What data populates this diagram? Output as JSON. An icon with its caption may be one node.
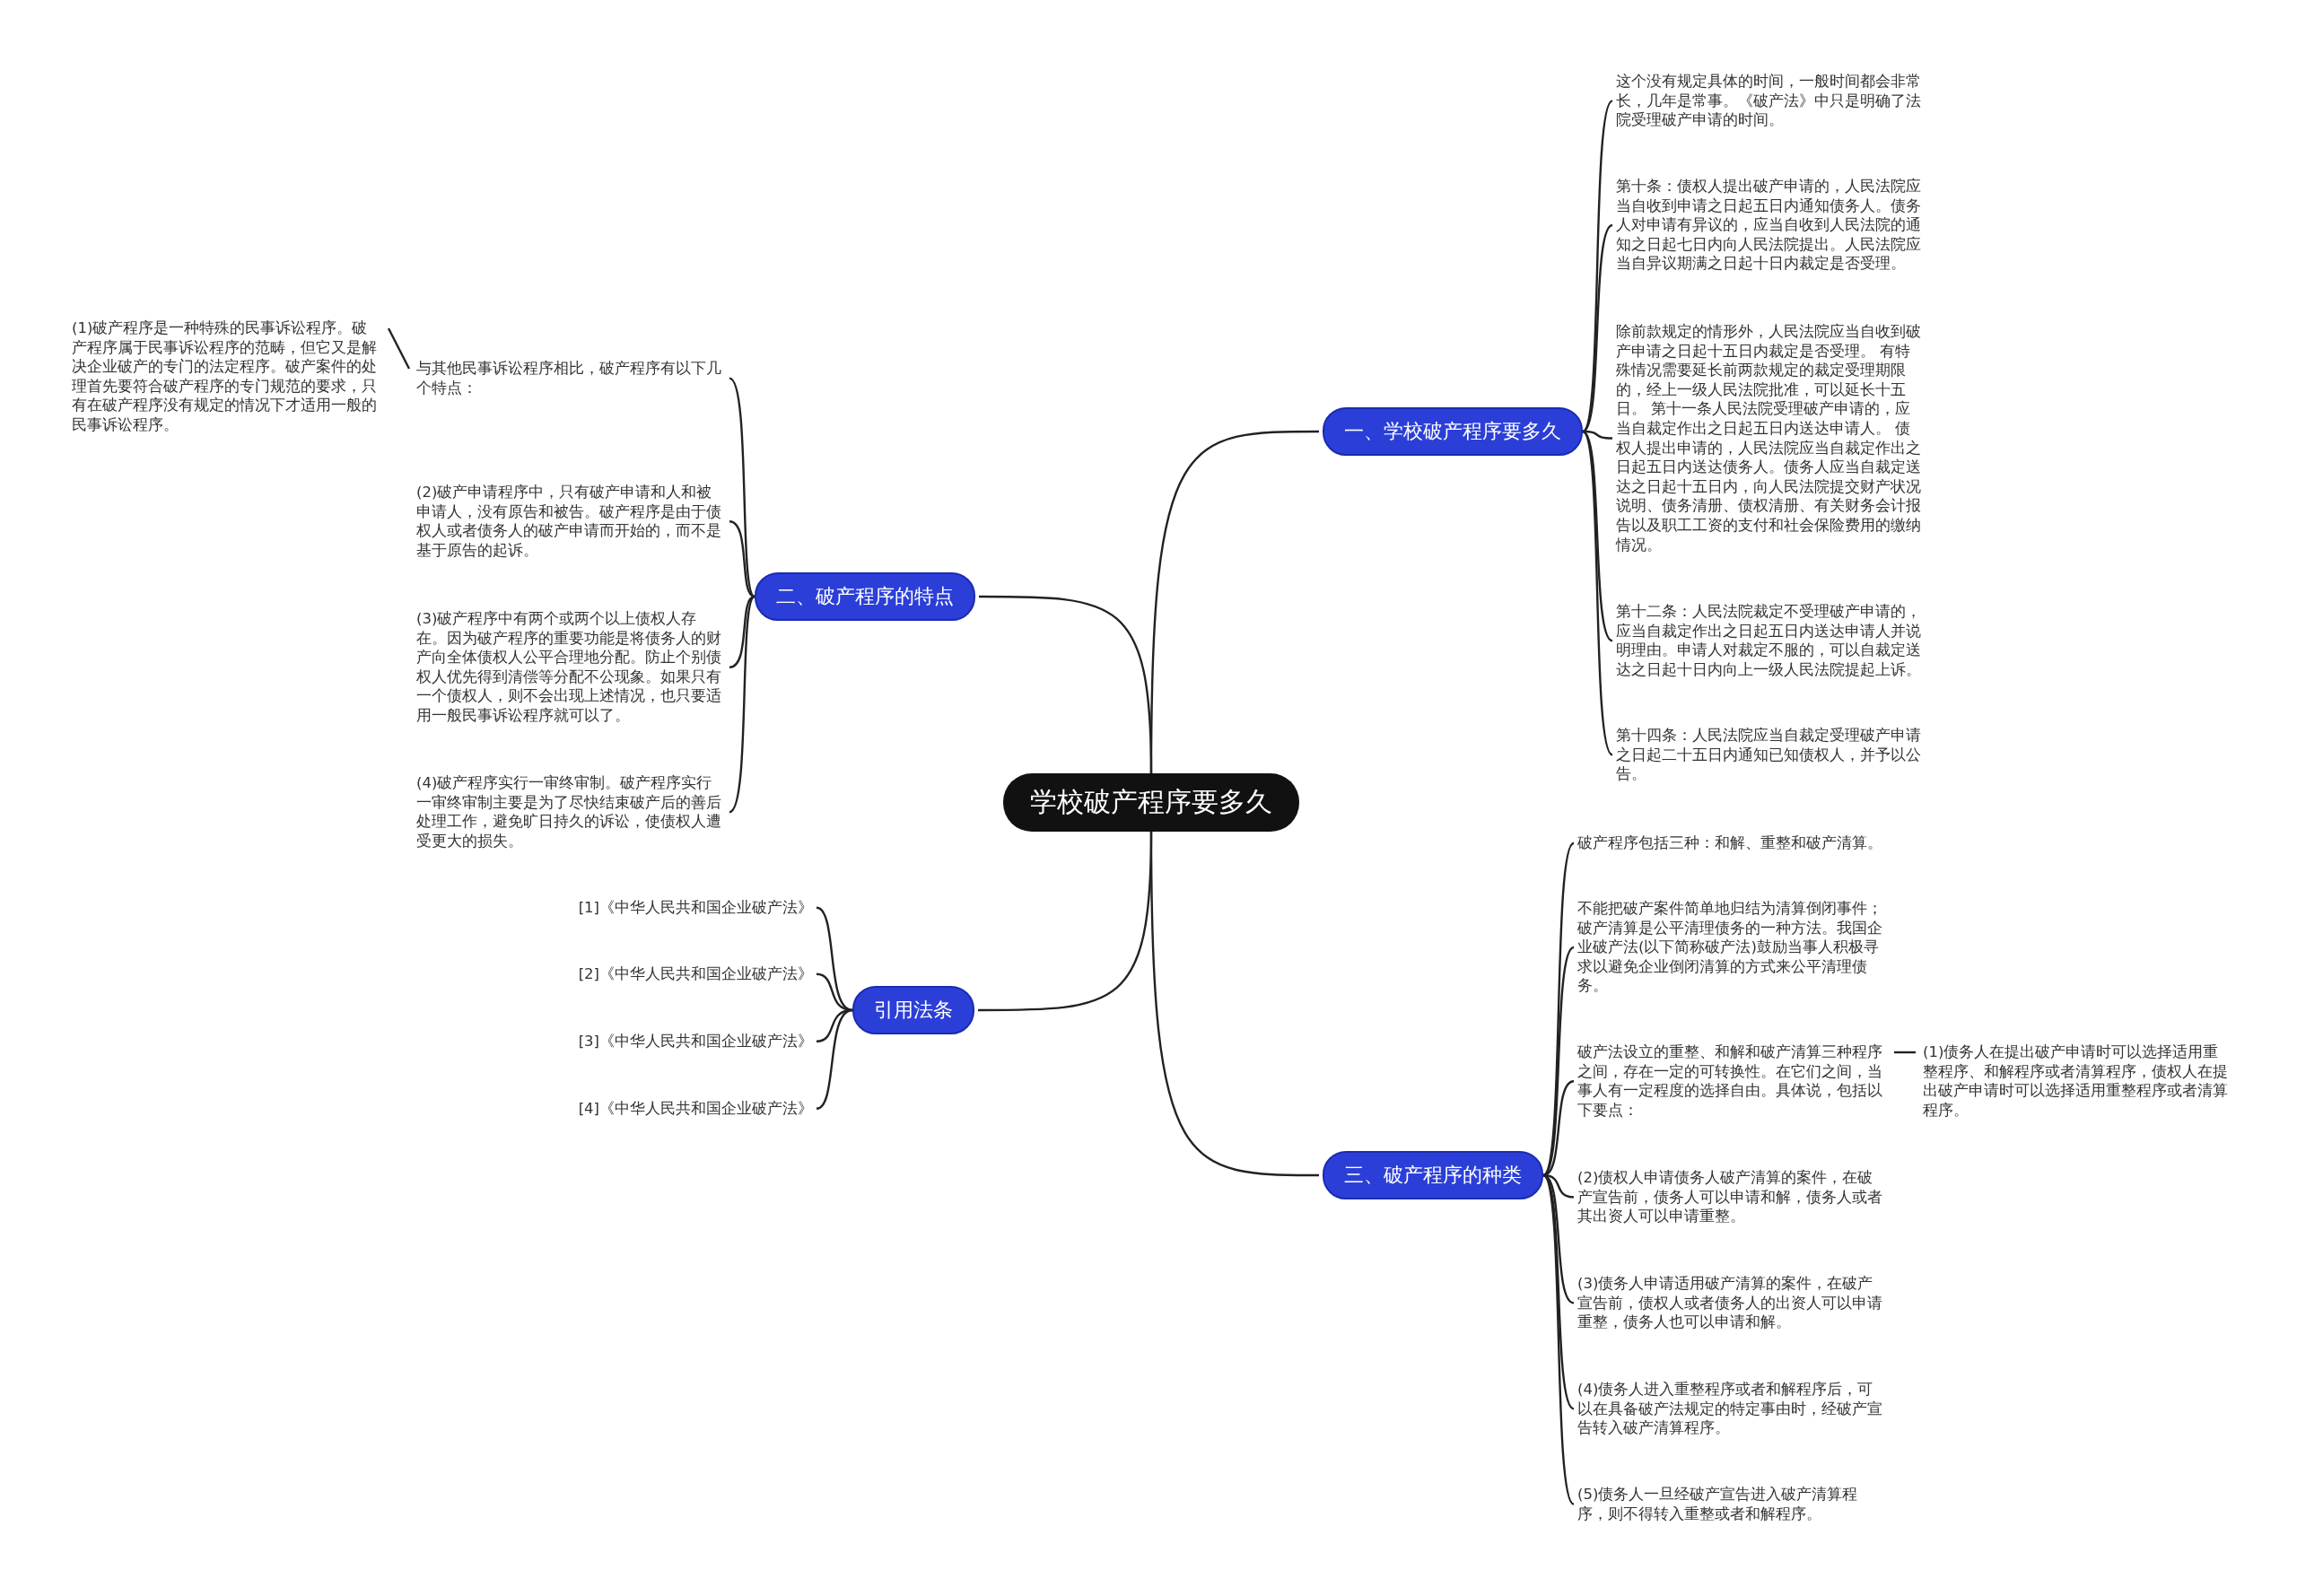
{
  "diagram": {
    "nodes": [
      {
        "text": [
          "学校破产程序要多久"
        ]
      },
      {
        "text": [
          "一、学校破产程序要多久"
        ]
      },
      {
        "text": [
          "这个没有规定具体的时间，一般时间都会非常长，几年是常事。《破产法》中只是明确了法院受理破产申请的时间。"
        ]
      },
      {
        "text": [
          "第十条：债权人提出破产申请的，人民法院应当自收到申请之日起五日内通知债务人。债务人对申请有异议的，应当自收到人民法院的通知之日起七日内向人民法院提出。人民法院应当自异议期满之日起十日内裁定是否受理。"
        ]
      },
      {
        "text": [
          "除前款规定的情形外，人民法院应当自收到破产申请之日起十五日内裁定是否受理。 有特殊情况需要延长前两款规定的裁定受理期限的，经上一级人民法院批准，可以延长十五日。 第十一条人民法院受理破产申请的，应当自裁定作出之日起五日内送达申请人。 债权人提出申请的，人民法院应当自裁定作出之日起五日内送达债务人。债务人应当自裁定送达之日起十五日内，向人民法院提交财产状况说明、债务清册、债权清册、有关财务会计报告以及职工工资的支付和社会保险费用的缴纳情况。"
        ]
      },
      {
        "text": [
          "第十二条：人民法院裁定不受理破产申请的，应当自裁定作出之日起五日内送达申请人并说明理由。申请人对裁定不服的，可以自裁定送达之日起十日内向上一级人民法院提起上诉。"
        ]
      },
      {
        "text": [
          "第十四条：人民法院应当自裁定受理破产申请之日起二十五日内通知已知债权人，并予以公告。"
        ]
      },
      {
        "text": [
          "二、破产程序的特点"
        ]
      },
      {
        "text": [
          "与其他民事诉讼程序相比，破产程序有以下几个特点："
        ]
      },
      {
        "text": [
          "(1)破产程序是一种特殊的民事诉讼程序。破产程序属于民事诉讼程序的范畴，但它又是解决企业破产的专门的法定程序。破产案件的处理首先要符合破产程序的专门规范的要求，只有在破产程序没有规定的情况下才适用一般的民事诉讼程序。"
        ]
      },
      {
        "text": [
          "(2)破产申请程序中，只有破产申请和人和被申请人，没有原告和被告。破产程序是由于债权人或者债务人的破产申请而开始的，而不是基于原告的起诉。"
        ]
      },
      {
        "text": [
          "(3)破产程序中有两个或两个以上债权人存在。因为破产程序的重要功能是将债务人的财产向全体债权人公平合理地分配。防止个别债权人优先得到清偿等分配不公现象。如果只有一个债权人，则不会出现上述情况，也只要适用一般民事诉讼程序就可以了。"
        ]
      },
      {
        "text": [
          "(4)破产程序实行一审终审制。破产程序实行一审终审制主要是为了尽快结束破产后的善后处理工作，避免旷日持久的诉讼，使债权人遭受更大的损失。"
        ]
      },
      {
        "text": [
          "引用法条"
        ]
      },
      {
        "text": [
          "[1]《中华人民共和国企业破产法》"
        ]
      },
      {
        "text": [
          "[2]《中华人民共和国企业破产法》"
        ]
      },
      {
        "text": [
          "[3]《中华人民共和国企业破产法》"
        ]
      },
      {
        "text": [
          "[4]《中华人民共和国企业破产法》"
        ]
      },
      {
        "text": [
          "三、破产程序的种类"
        ]
      },
      {
        "text": [
          "破产程序包括三种：和解、重整和破产清算。"
        ]
      },
      {
        "text": [
          "不能把破产案件简单地归结为清算倒闭事件；破产清算是公平清理债务的一种方法。我国企业破产法(以下简称破产法)鼓励当事人积极寻求以避免企业倒闭清算的方式来公平清理债务。"
        ]
      },
      {
        "text": [
          "破产法设立的重整、和解和破产清算三种程序之间，存在一定的可转换性。在它们之间，当事人有一定程度的选择自由。具体说，包括以下要点："
        ]
      },
      {
        "text": [
          "(1)债务人在提出破产申请时可以选择适用重整程序、和解程序或者清算程序，债权人在提出破产申请时可以选择适用重整程序或者清算程序。"
        ]
      },
      {
        "text": [
          "(2)债权人申请债务人破产清算的案件，在破产宣告前，债务人可以申请和解，债务人或者其出资人可以申请重整。"
        ]
      },
      {
        "text": [
          "(3)债务人申请适用破产清算的案件，在破产宣告前，债权人或者债务人的出资人可以申请重整，债务人也可以申请和解。"
        ]
      },
      {
        "text": [
          "(4)债务人进入重整程序或者和解程序后，可以在具备破产法规定的特定事由时，经破产宣告转入破产清算程序。"
        ]
      },
      {
        "text": [
          "(5)债务人一旦经破产宣告进入破产清算程序，则不得转入重整或者和解程序。"
        ]
      }
    ],
    "edges": [
      {
        "from": 0,
        "to": 1,
        "arrow": "none"
      },
      {
        "from": 1,
        "to": 2,
        "arrow": "none"
      },
      {
        "from": 1,
        "to": 3,
        "arrow": "none"
      },
      {
        "from": 1,
        "to": 4,
        "arrow": "none"
      },
      {
        "from": 1,
        "to": 5,
        "arrow": "none"
      },
      {
        "from": 1,
        "to": 6,
        "arrow": "none"
      },
      {
        "from": 0,
        "to": 7,
        "arrow": "none"
      },
      {
        "from": 7,
        "to": 8,
        "arrow": "none"
      },
      {
        "from": 8,
        "to": 9,
        "arrow": "none"
      },
      {
        "from": 7,
        "to": 10,
        "arrow": "none"
      },
      {
        "from": 7,
        "to": 11,
        "arrow": "none"
      },
      {
        "from": 7,
        "to": 12,
        "arrow": "none"
      },
      {
        "from": 0,
        "to": 13,
        "arrow": "none"
      },
      {
        "from": 13,
        "to": 14,
        "arrow": "none"
      },
      {
        "from": 13,
        "to": 15,
        "arrow": "none"
      },
      {
        "from": 13,
        "to": 16,
        "arrow": "none"
      },
      {
        "from": 13,
        "to": 17,
        "arrow": "none"
      },
      {
        "from": 0,
        "to": 18,
        "arrow": "none"
      },
      {
        "from": 18,
        "to": 19,
        "arrow": "none"
      },
      {
        "from": 18,
        "to": 20,
        "arrow": "none"
      },
      {
        "from": 18,
        "to": 21,
        "arrow": "none"
      },
      {
        "from": 21,
        "to": 22,
        "arrow": "none"
      },
      {
        "from": 18,
        "to": 23,
        "arrow": "none"
      },
      {
        "from": 18,
        "to": 24,
        "arrow": "none"
      },
      {
        "from": 18,
        "to": 25,
        "arrow": "none"
      },
      {
        "from": 18,
        "to": 26,
        "arrow": "none"
      }
    ]
  }
}
